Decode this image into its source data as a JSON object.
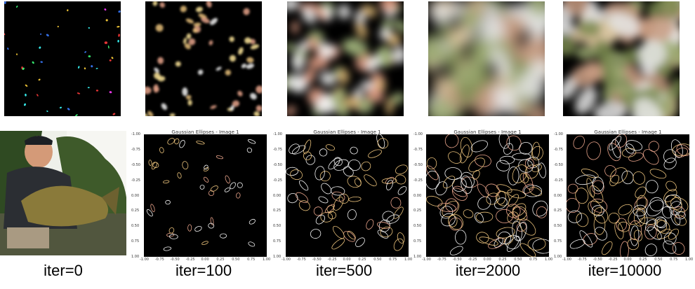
{
  "columns": [
    {
      "caption": "iter=0",
      "kind": "photo"
    },
    {
      "caption": "iter=100",
      "kind": "plot",
      "stage": "early"
    },
    {
      "caption": "iter=500",
      "kind": "plot",
      "stage": "mid"
    },
    {
      "caption": "iter=2000",
      "kind": "plot",
      "stage": "late"
    },
    {
      "caption": "iter=10000",
      "kind": "plot",
      "stage": "late"
    }
  ],
  "plot": {
    "title": "Gaussian Ellipses - Image 1",
    "x_ticks": [
      "-1.00",
      "-0.75",
      "-0.50",
      "-0.25",
      "0.00",
      "0.25",
      "0.50",
      "0.75",
      "1.00"
    ],
    "y_ticks": [
      "-1.00",
      "-0.75",
      "-0.50",
      "-0.25",
      "0.00",
      "0.25",
      "0.50",
      "0.75",
      "1.00"
    ],
    "xlim": [
      -1,
      1
    ],
    "ylim": [
      -1,
      1
    ]
  },
  "colors": {
    "ellipse_warm": "#e8c07a",
    "ellipse_pink": "#e8a38a",
    "ellipse_white": "#f2f2f2",
    "plot_background": "#000000"
  }
}
